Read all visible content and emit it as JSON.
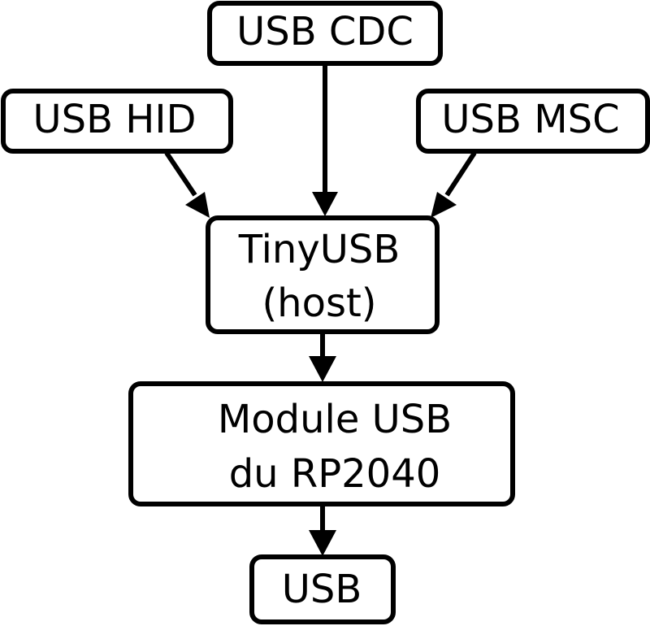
{
  "nodes": {
    "usb_cdc": {
      "label": "USB CDC"
    },
    "usb_hid": {
      "label": "USB HID"
    },
    "usb_msc": {
      "label": "USB MSC"
    },
    "tinyusb": {
      "line1": "TinyUSB",
      "line2": "(host)"
    },
    "module": {
      "line1": "Module USB",
      "line2": "du RP2040"
    },
    "usb": {
      "label": "USB"
    }
  },
  "edges": [
    {
      "from": "USB HID",
      "to": "TinyUSB (host)"
    },
    {
      "from": "USB CDC",
      "to": "TinyUSB (host)"
    },
    {
      "from": "USB MSC",
      "to": "TinyUSB (host)"
    },
    {
      "from": "TinyUSB (host)",
      "to": "Module USB du RP2040"
    },
    {
      "from": "Module USB du RP2040",
      "to": "USB"
    }
  ],
  "colors": {
    "stroke": "#000000",
    "background": "#ffffff"
  }
}
